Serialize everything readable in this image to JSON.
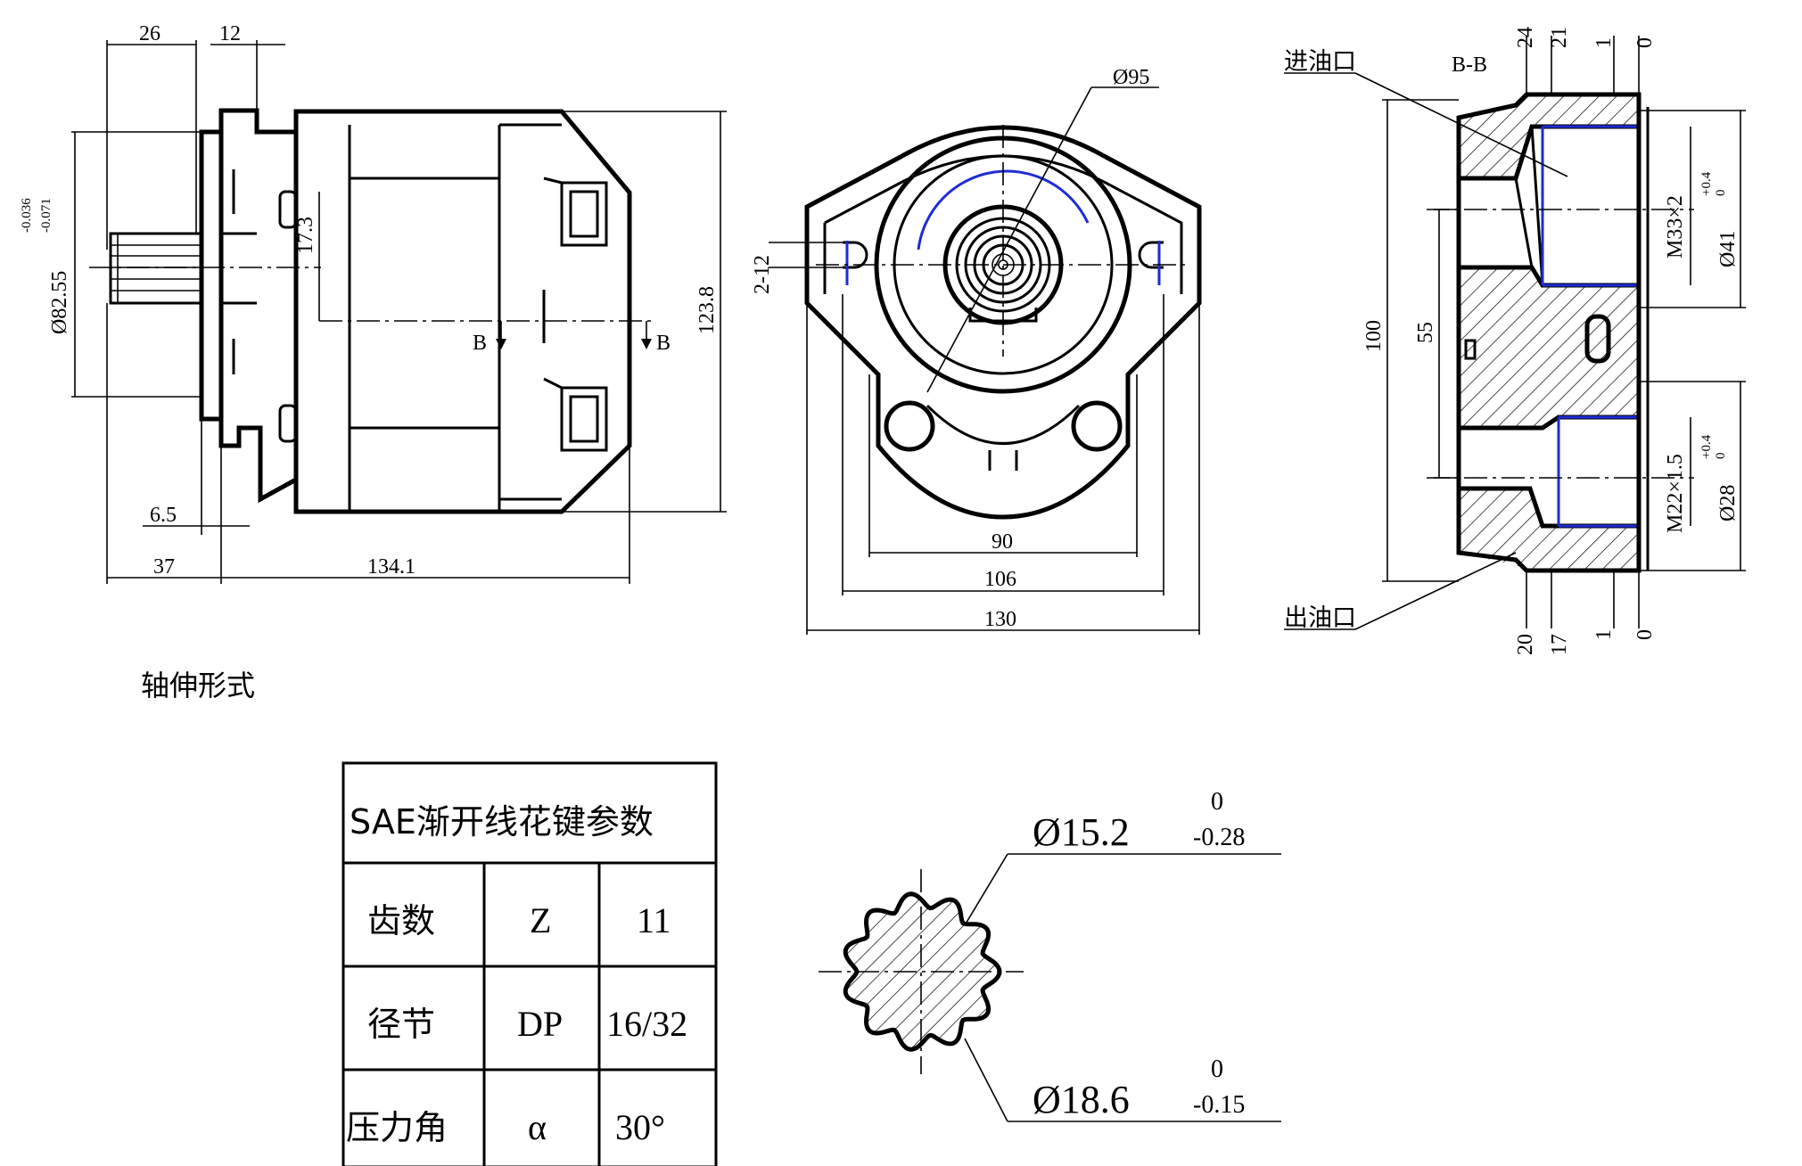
{
  "side_view": {
    "dims": {
      "d26": "26",
      "d12": "12",
      "d82_tol_upper": "-0.036",
      "d82_tol_lower": "-0.071",
      "d82": "Ø82.55",
      "d17_3": "17.3",
      "d123_8": "123.8",
      "d6_5": "6.5",
      "d37": "37",
      "d134_1": "134.1"
    },
    "section_label_left": "B",
    "section_label_right": "B"
  },
  "front_view": {
    "dims": {
      "d95": "Ø95",
      "d2_12": "2-12",
      "d90": "90",
      "d106": "106",
      "d130": "130"
    }
  },
  "section_view": {
    "title": "B-B",
    "inlet_label": "进油口",
    "outlet_label": "出油口",
    "dims": {
      "top_24": "24",
      "top_21": "21",
      "top_1": "1",
      "top_0": "0",
      "thread_top": "M33×2",
      "bore_top": "Ø41",
      "tol_top": "+0.4\n0",
      "d100": "100",
      "d55": "55",
      "thread_bot": "M22×1.5",
      "bore_bot": "Ø28",
      "tol_bot": "+0.4\n0",
      "bot_20": "20",
      "bot_17": "17",
      "bot_1": "1",
      "bot_0": "0"
    }
  },
  "shaft_label": "轴伸形式",
  "spline_table": {
    "header": "SAE渐开线花键参数",
    "rows": [
      {
        "name": "齿数",
        "symbol": "Z",
        "value": "11"
      },
      {
        "name": "径节",
        "symbol": "DP",
        "value": "16/32"
      },
      {
        "name": "压力角",
        "symbol": "α",
        "value": "30°"
      }
    ]
  },
  "spline_detail": {
    "minor_dia": "Ø15.2",
    "minor_tol_upper": "0",
    "minor_tol_lower": "-0.28",
    "major_dia": "Ø18.6",
    "major_tol_upper": "0",
    "major_tol_lower": "-0.15"
  },
  "colors": {
    "line": "#000000",
    "hidden_blue": "#1e2bd6",
    "background": "#ffffff"
  }
}
